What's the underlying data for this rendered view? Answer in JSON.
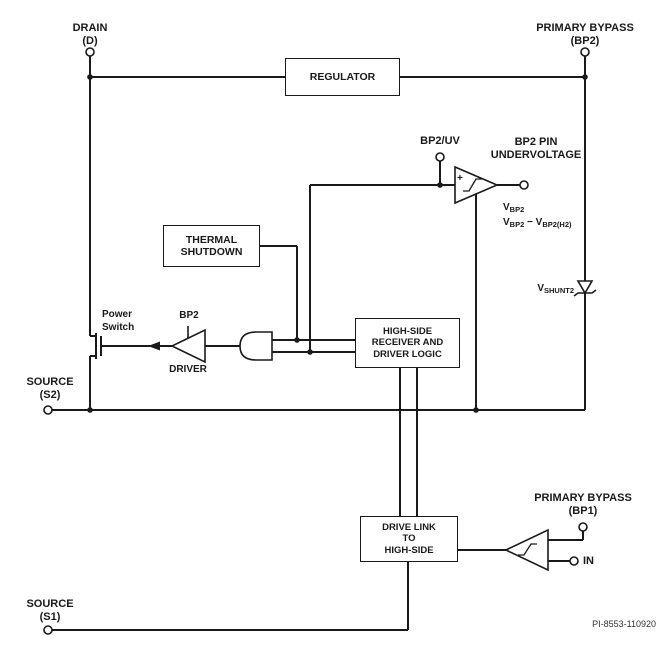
{
  "diagram": {
    "part_number": "PI-8553-110920",
    "pins": {
      "drain": {
        "name": "DRAIN",
        "designator": "(D)"
      },
      "primary_bypass_2": {
        "name": "PRIMARY BYPASS",
        "designator": "(BP2)"
      },
      "bp2_uv": {
        "name": "BP2/UV"
      },
      "source_2": {
        "name": "SOURCE",
        "designator": "(S2)"
      },
      "primary_bypass_1": {
        "name": "PRIMARY BYPASS",
        "designator": "(BP1)"
      },
      "in": {
        "name": "IN"
      },
      "source_1": {
        "name": "SOURCE",
        "designator": "(S1)"
      }
    },
    "blocks": {
      "regulator": {
        "label": "REGULATOR"
      },
      "thermal_shutdown": {
        "line1": "THERMAL",
        "line2": "SHUTDOWN"
      },
      "high_side_receiver": {
        "line1": "HIGH-SIDE",
        "line2": "RECEIVER AND",
        "line3": "DRIVER LOGIC"
      },
      "drive_link": {
        "line1": "DRIVE LINK",
        "line2": "TO",
        "line3": "HIGH-SIDE"
      }
    },
    "annotations": {
      "uv_title": {
        "line1": "BP2 PIN",
        "line2": "UNDERVOLTAGE"
      },
      "comparator_polarity": "+",
      "threshold_high": {
        "sym": "V",
        "sub": "BP2"
      },
      "threshold_low": {
        "sym1": "V",
        "sub1": "BP2",
        "minus": " − ",
        "sym2": "V",
        "sub2": "BP2(H2)"
      },
      "shunt": {
        "sym": "V",
        "sub": "SHUNT2"
      },
      "power_switch": {
        "line1": "Power",
        "line2": "Switch"
      },
      "driver_supply": "BP2",
      "driver_label": "DRIVER"
    },
    "colors": {
      "line": "#1a1a1a",
      "text": "#1a1a1a",
      "background": "#ffffff"
    }
  }
}
